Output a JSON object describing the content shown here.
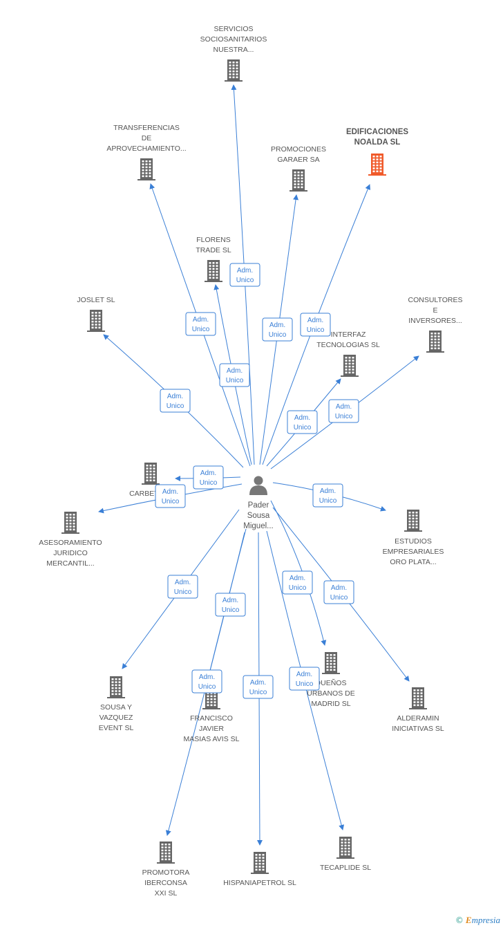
{
  "center": {
    "name_lines": [
      "Pader",
      "Sousa",
      "Miguel..."
    ],
    "icon": "person-icon"
  },
  "relation_label": [
    "Adm.",
    "Unico"
  ],
  "colors": {
    "edge": "#3a7fd6",
    "building": "#666666",
    "highlight": "#f05a2a",
    "label": "#555555"
  },
  "companies": [
    {
      "id": "servicios",
      "lines": [
        "SERVICIOS",
        "SOCIOSANITARIOS",
        "NUESTRA..."
      ],
      "icon": "building-icon"
    },
    {
      "id": "transferencias",
      "lines": [
        "TRANSFERENCIAS",
        "DE",
        "APROVECHAMIENTO..."
      ],
      "icon": "building-icon"
    },
    {
      "id": "promociones",
      "lines": [
        "PROMOCIONES",
        "GARAER SA"
      ],
      "icon": "building-icon"
    },
    {
      "id": "edificaciones",
      "lines": [
        "EDIFICACIONES",
        "NOALDA SL"
      ],
      "icon": "building-icon",
      "highlight": true
    },
    {
      "id": "florens",
      "lines": [
        "FLORENS",
        "TRADE SL"
      ],
      "icon": "building-icon"
    },
    {
      "id": "joslet",
      "lines": [
        "JOSLET SL"
      ],
      "icon": "building-icon"
    },
    {
      "id": "consultores",
      "lines": [
        "CONSULTORES",
        "E",
        "INVERSORES..."
      ],
      "icon": "building-icon"
    },
    {
      "id": "interfaz",
      "lines": [
        "INTERFAZ",
        "TECNOLOGIAS SL"
      ],
      "icon": "building-icon"
    },
    {
      "id": "carbetic",
      "lines": [
        "CARBETIC..."
      ],
      "icon": "building-icon"
    },
    {
      "id": "asesoramiento",
      "lines": [
        "ASESORAMIENTO",
        "JURIDICO",
        "MERCANTIL..."
      ],
      "icon": "building-icon"
    },
    {
      "id": "estudios",
      "lines": [
        "ESTUDIOS",
        "EMPRESARIALES",
        "ORO PLATA..."
      ],
      "icon": "building-icon"
    },
    {
      "id": "duenos",
      "lines": [
        "DUEÑOS",
        "URBANOS DE",
        "MADRID SL"
      ],
      "icon": "building-icon"
    },
    {
      "id": "sousa",
      "lines": [
        "SOUSA Y",
        "VAZQUEZ",
        "EVENT SL"
      ],
      "icon": "building-icon"
    },
    {
      "id": "francisco",
      "lines": [
        "FRANCISCO",
        "JAVIER",
        "MASIAS AVIS SL"
      ],
      "icon": "building-icon"
    },
    {
      "id": "alderamin",
      "lines": [
        "ALDERAMIN",
        "INICIATIVAS SL"
      ],
      "icon": "building-icon"
    },
    {
      "id": "promotora",
      "lines": [
        "PROMOTORA",
        "IBERCONSA",
        "XXI SL"
      ],
      "icon": "building-icon"
    },
    {
      "id": "hispaniapetrol",
      "lines": [
        "HISPANIAPETROL SL"
      ],
      "icon": "building-icon"
    },
    {
      "id": "tecaplide",
      "lines": [
        "TECAPLIDE SL"
      ],
      "icon": "building-icon"
    }
  ],
  "watermark": {
    "copyright": "©",
    "brand_initial": "E",
    "brand_rest": "mpresia"
  }
}
